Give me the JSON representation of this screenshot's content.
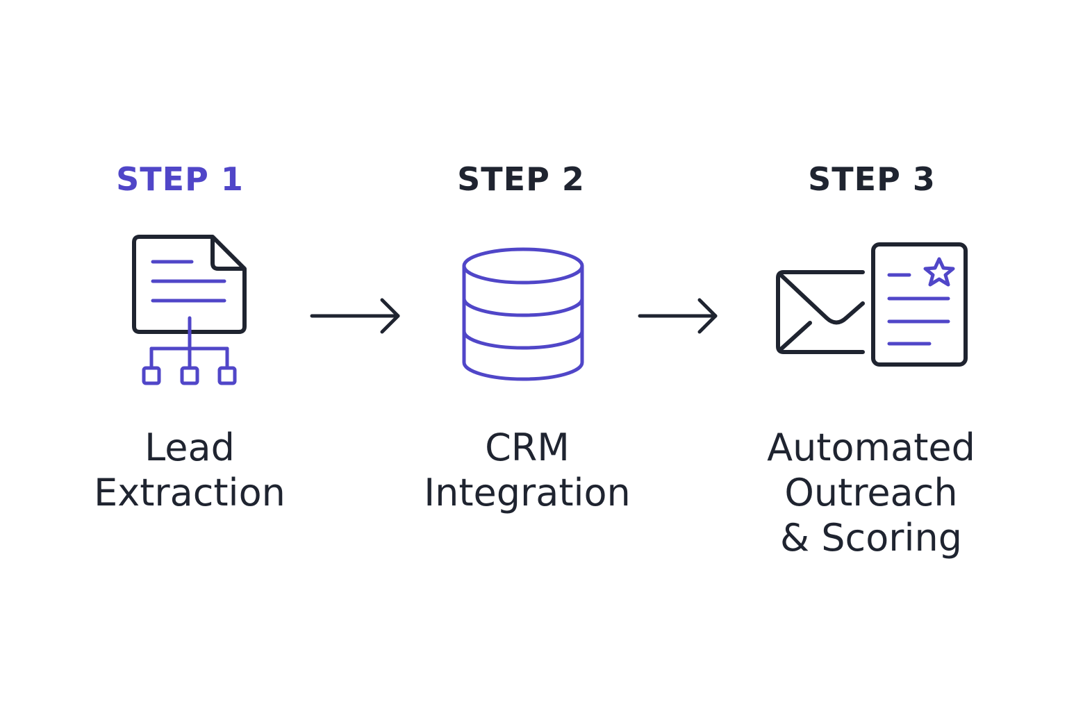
{
  "colors": {
    "accent": "#5046c8",
    "ink": "#1f2430",
    "background": "#ffffff"
  },
  "steps": [
    {
      "heading": "STEP 1",
      "label_lines": [
        "Lead",
        "Extraction"
      ],
      "icon": "document-tree-icon",
      "highlighted": true
    },
    {
      "heading": "STEP 2",
      "label_lines": [
        "CRM",
        "Integration"
      ],
      "icon": "database-icon",
      "highlighted": false
    },
    {
      "heading": "STEP 3",
      "label_lines": [
        "Automated",
        "Outreach",
        "& Scoring"
      ],
      "icon": "envelope-starred-document-icon",
      "highlighted": false
    }
  ],
  "connectors": [
    "arrow-right-icon",
    "arrow-right-icon"
  ]
}
